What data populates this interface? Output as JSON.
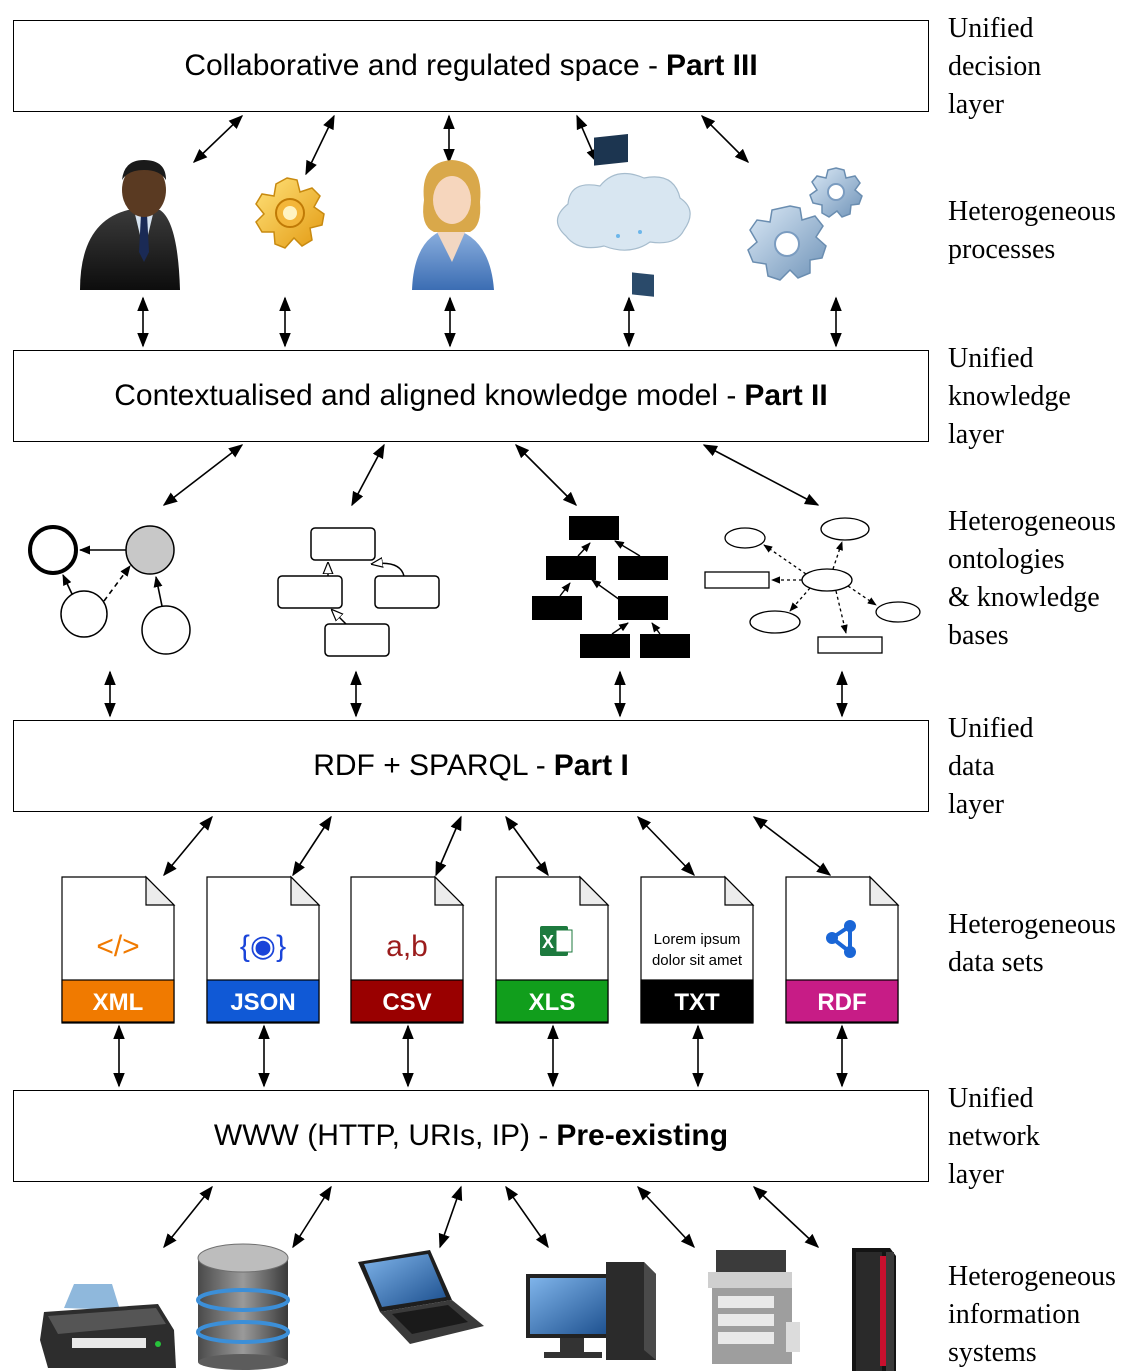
{
  "layers": [
    {
      "text": "Collaborative and regulated space - ",
      "bold": "Part III"
    },
    {
      "text": "Contextualised and aligned knowledge model - ",
      "bold": "Part II"
    },
    {
      "text": "RDF + SPARQL - ",
      "bold": "Part I"
    },
    {
      "text": "WWW (HTTP, URIs, IP) - ",
      "bold": "Pre-existing"
    }
  ],
  "side_labels": [
    [
      "Unified",
      "decision",
      "layer"
    ],
    [
      "Heterogeneous",
      "processes"
    ],
    [
      "Unified",
      "knowledge",
      "layer"
    ],
    [
      "Heterogeneous",
      "ontologies",
      "& knowledge",
      "bases"
    ],
    [
      "Unified",
      "data",
      "layer"
    ],
    [
      "Heterogeneous",
      "data sets"
    ],
    [
      "Unified",
      "network",
      "layer"
    ],
    [
      "Heterogeneous",
      "information",
      "systems"
    ]
  ],
  "process_icons": [
    "businessman-icon",
    "gear-icon",
    "businesswoman-icon",
    "cloud-computing-icon",
    "gears-icon"
  ],
  "ontology_icons": [
    "circle-graph-icon",
    "rectangle-graph-icon",
    "tree-graph-icon",
    "star-graph-icon"
  ],
  "datasets": [
    {
      "label": "XML",
      "glyph": "</>",
      "color": "#f07a00",
      "glyph_color": "#f07a00",
      "icon": "xml-file-icon"
    },
    {
      "label": "JSON",
      "glyph": "{◉}",
      "color": "#1059d6",
      "glyph_color": "#1a44d9",
      "icon": "json-file-icon"
    },
    {
      "label": "CSV",
      "glyph": "a,b",
      "color": "#990000",
      "glyph_color": "#9b1c1c",
      "icon": "csv-file-icon"
    },
    {
      "label": "XLS",
      "glyph": "X",
      "color": "#119e1c",
      "glyph_color": "#1d7a3e",
      "icon": "xls-file-icon"
    },
    {
      "label": "TXT",
      "glyph_lines": [
        "Lorem ipsum",
        "dolor sit amet"
      ],
      "color": "#000000",
      "glyph_color": "#000000",
      "icon": "txt-file-icon"
    },
    {
      "label": "RDF",
      "glyph": "",
      "color": "#c71c86",
      "glyph_color": "#1a66d6",
      "icon": "rdf-file-icon"
    }
  ],
  "system_icons": [
    "printer-icon",
    "database-icon",
    "laptop-icon",
    "desktop-computer-icon",
    "photocopier-icon",
    "server-rack-icon"
  ]
}
